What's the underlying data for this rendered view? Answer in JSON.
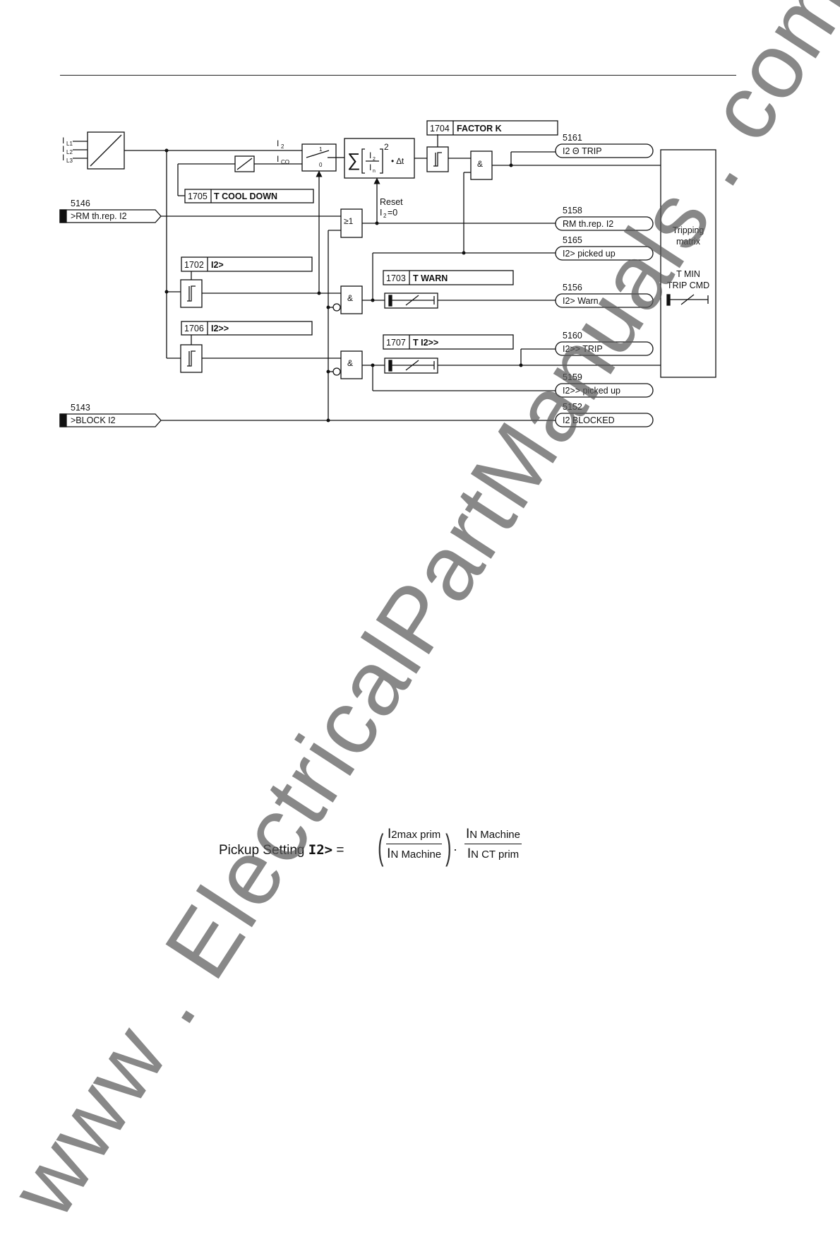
{
  "inputs": {
    "currents": [
      "I",
      "I",
      "I"
    ],
    "current_subs": [
      "L1",
      "L2",
      "L3"
    ],
    "rm_threp": {
      "num": "5146",
      "label": ">RM th.rep. I2"
    },
    "block": {
      "num": "5143",
      "label": ">BLOCK I2"
    }
  },
  "switch": {
    "i2": "I",
    "i2_sub": "2",
    "ico": "I",
    "ico_sub": "CO",
    "pos1": "1",
    "pos0": "0"
  },
  "integrator": {
    "sigma": "∑",
    "num": "I",
    "num_sub": "2",
    "den": "I",
    "den_sub": "n",
    "power": "2",
    "dt": "• ∆t"
  },
  "reset": {
    "line1": "Reset",
    "line2_i": "I",
    "line2_sub": "2",
    "line2_rest": "=0"
  },
  "settings": {
    "factor_k": {
      "num": "1704",
      "label": "FACTOR K"
    },
    "cool_down": {
      "num": "1705",
      "label": "T COOL DOWN"
    },
    "i2_gt": {
      "num": "1702",
      "label": "I2>"
    },
    "t_warn": {
      "num": "1703",
      "label": "T WARN"
    },
    "i2_gtgt": {
      "num": "1706",
      "label": "I2>>"
    },
    "t_i2_gtgt": {
      "num": "1707",
      "label": "T I2>>"
    }
  },
  "gates": {
    "and": "&",
    "or": "≥1"
  },
  "outputs": [
    {
      "num": "5161",
      "label": "I2 Θ TRIP"
    },
    {
      "num": "5158",
      "label": "RM th.rep. I2"
    },
    {
      "num": "5165",
      "label": "I2> picked up"
    },
    {
      "num": "5156",
      "label": "I2> Warn"
    },
    {
      "num": "5160",
      "label": "I2>> TRIP"
    },
    {
      "num": "5159",
      "label": "I2>> picked up"
    },
    {
      "num": "5152",
      "label": "I2 BLOCKED"
    }
  ],
  "tripping_matrix": {
    "line1": "Tripping",
    "line2": "matrix",
    "tmin1": "T MIN",
    "tmin2": "TRIP CMD"
  },
  "formula": {
    "label": "Pickup Setting ",
    "param": "I2>",
    "eq": " =",
    "f1_num_i": "I",
    "f1_num_sub": "2max prim",
    "f1_den_i": "I",
    "f1_den_sub": "N Machine",
    "dot": "·",
    "f2_num_i": "I",
    "f2_num_sub": "N Machine",
    "f2_den_i": "I",
    "f2_den_sub": "N CT prim"
  },
  "watermark": "www . ElectricalPartManuals . com"
}
